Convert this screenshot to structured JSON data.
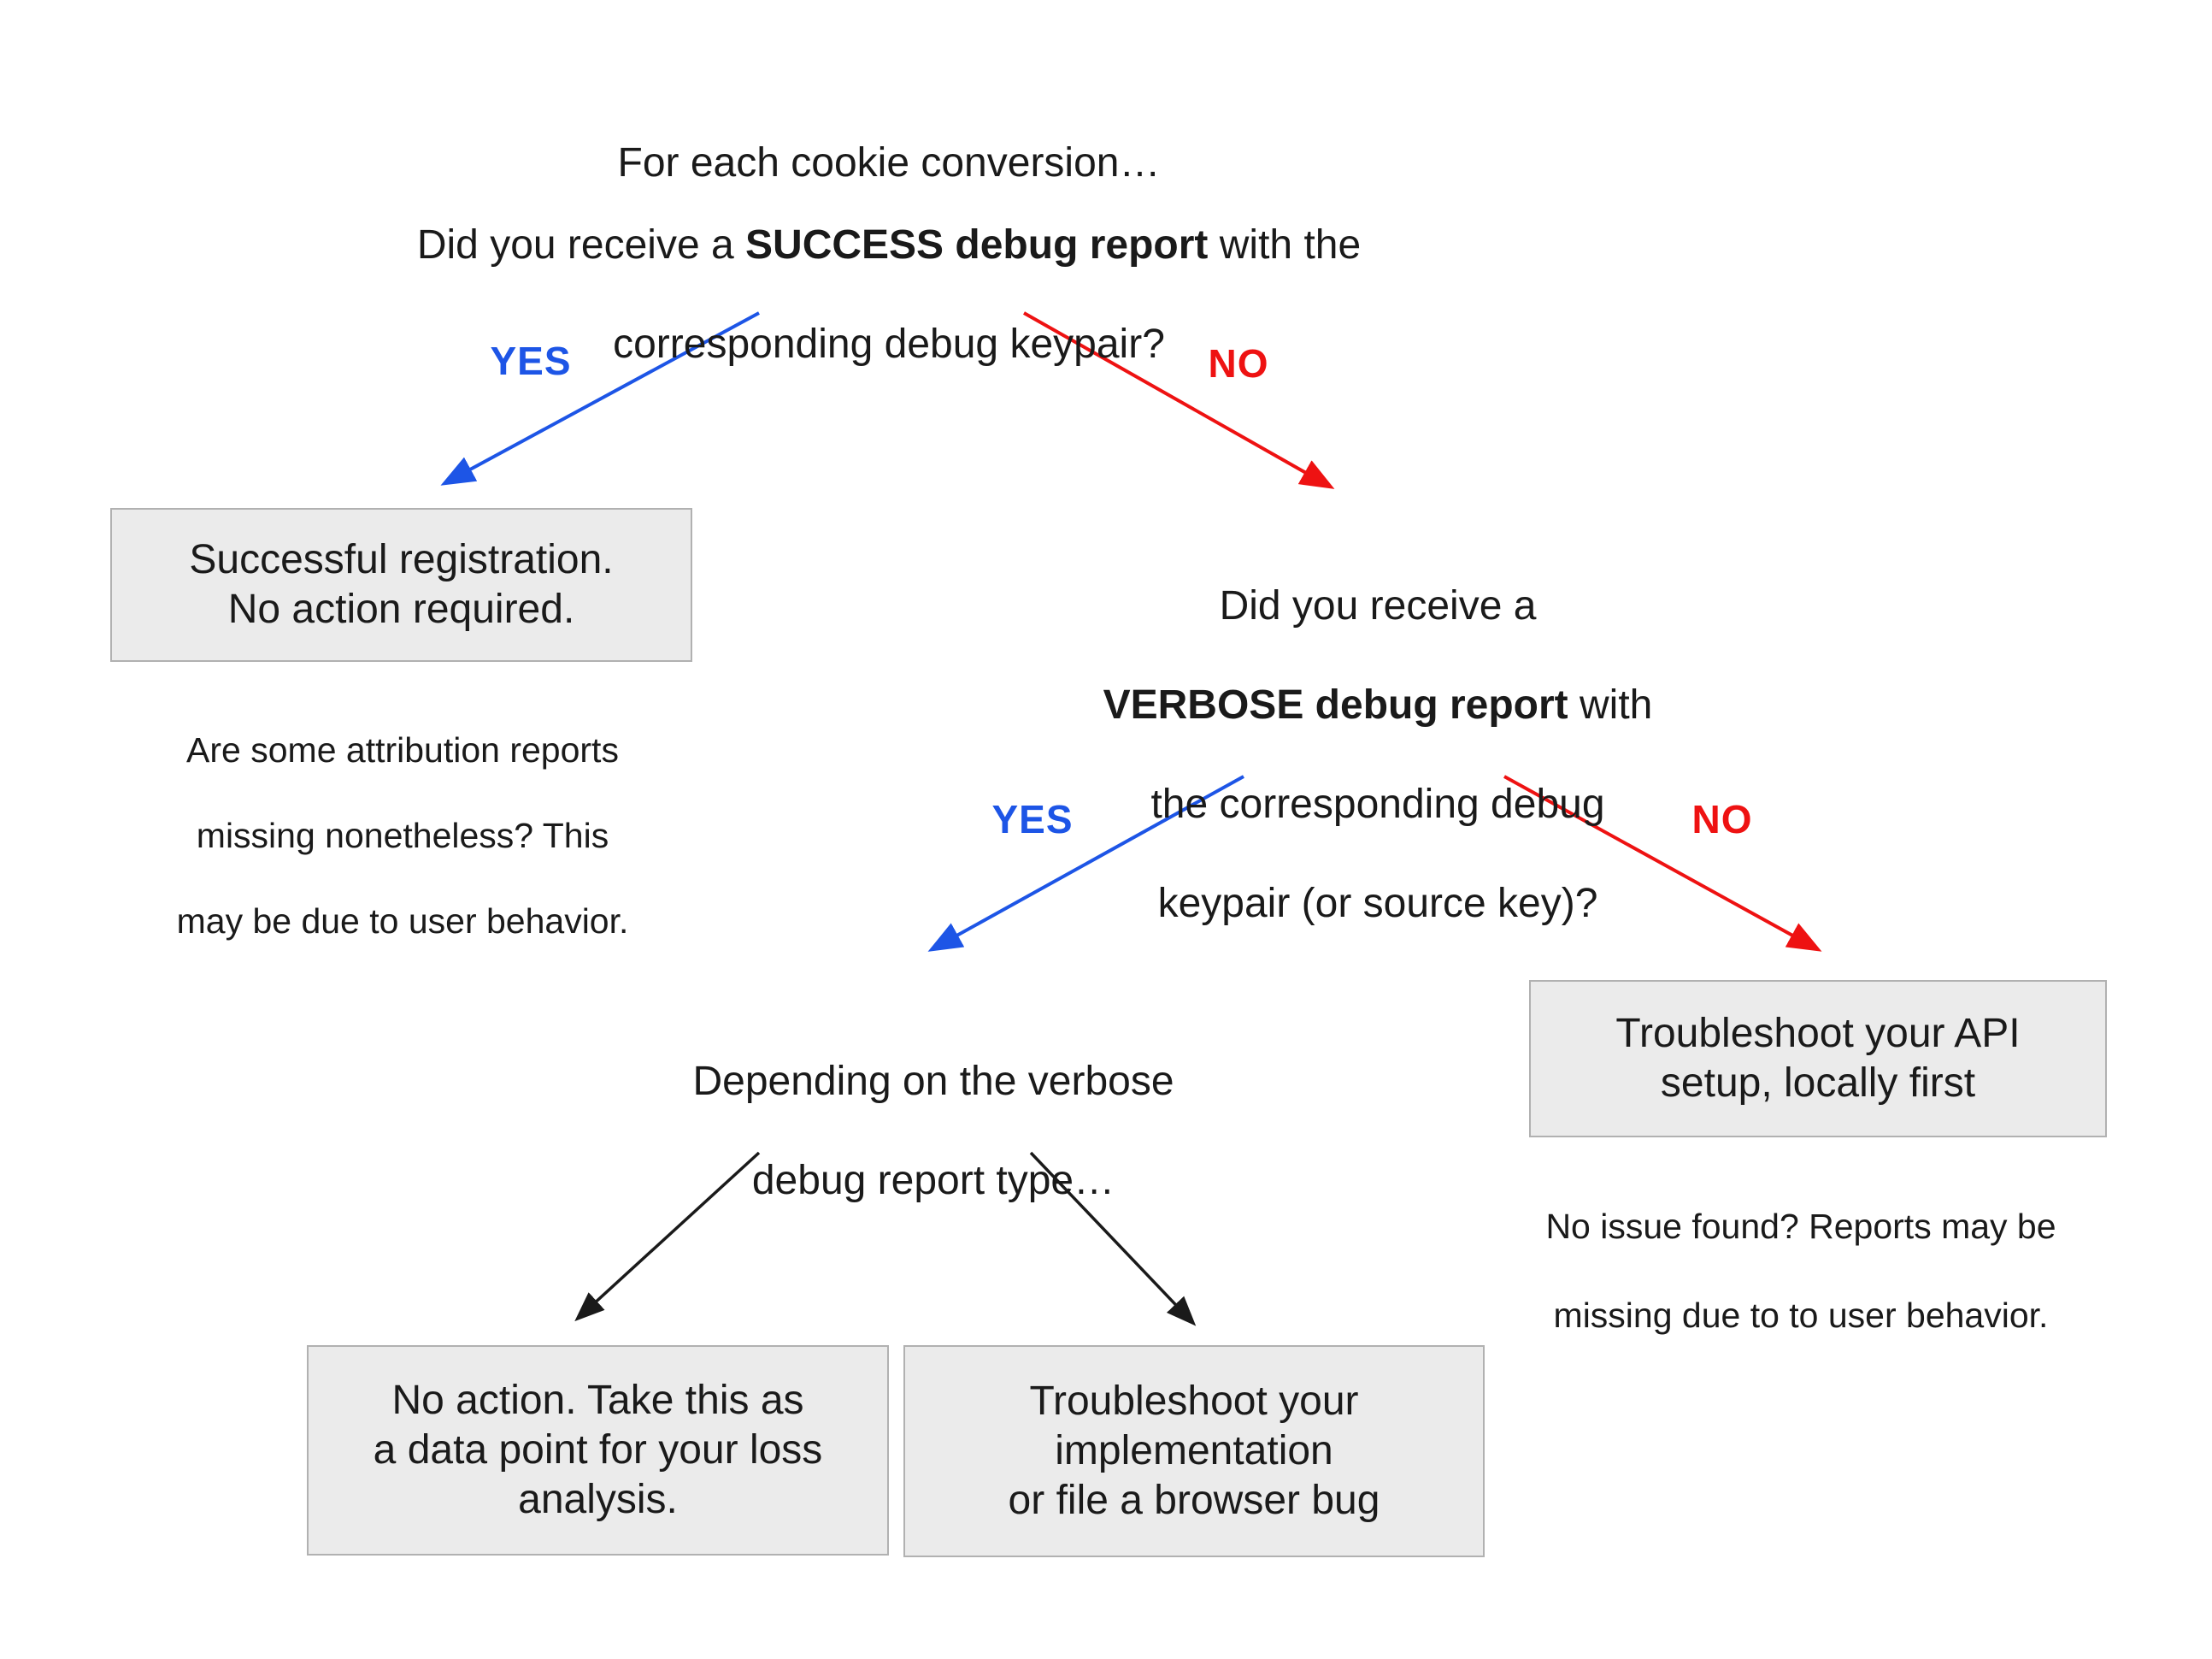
{
  "colors": {
    "yes_blue": "#1d55e6",
    "no_red": "#ee1212",
    "text_black": "#1a1a1a",
    "box_fill": "#ebebeb",
    "box_border": "#b1b1b1",
    "background": "#ffffff"
  },
  "labels": {
    "yes": "YES",
    "no": "NO"
  },
  "intro_title": "For each cookie conversion…",
  "q_success": {
    "l1_pre": "Did you receive a ",
    "l1_bold": "SUCCESS debug report",
    "l1_post": " with the",
    "l2": "corresponding debug keypair?"
  },
  "box_success": {
    "lines": [
      "Successful registration.",
      "No action required."
    ]
  },
  "note_success": {
    "lines": [
      "Are some attribution reports",
      "missing nonetheless? This",
      "may be due to user behavior."
    ]
  },
  "q_verbose": {
    "l1": "Did you receive a",
    "l2_bold": "VERBOSE debug report",
    "l2_post": " with",
    "l3": "the corresponding debug",
    "l4": "keypair (or source key)?"
  },
  "node_depending": {
    "lines": [
      "Depending on the verbose",
      "debug report type…"
    ]
  },
  "box_api": {
    "lines": [
      "Troubleshoot your API",
      "setup, locally first"
    ]
  },
  "note_api": {
    "lines": [
      "No issue found? Reports may be",
      "missing due to to user behavior."
    ]
  },
  "box_loss": {
    "lines": [
      "No action. Take this as",
      "a data point for your loss",
      "analysis."
    ]
  },
  "box_impl": {
    "lines": [
      "Troubleshoot your",
      "implementation",
      "or file a browser bug"
    ]
  }
}
